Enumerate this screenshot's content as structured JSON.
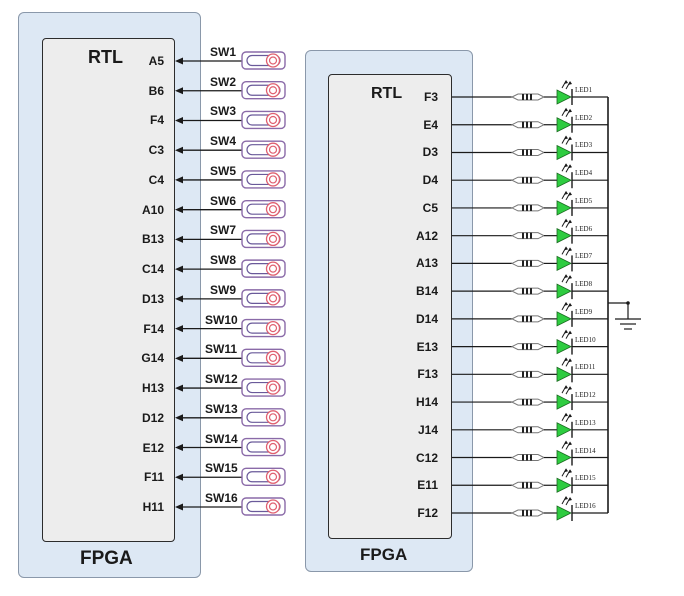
{
  "left_fpga": {
    "label": "FPGA",
    "block_label": "RTL",
    "connections": [
      {
        "pin": "A5",
        "switch": "SW1"
      },
      {
        "pin": "B6",
        "switch": "SW2"
      },
      {
        "pin": "F4",
        "switch": "SW3"
      },
      {
        "pin": "C3",
        "switch": "SW4"
      },
      {
        "pin": "C4",
        "switch": "SW5"
      },
      {
        "pin": "A10",
        "switch": "SW6"
      },
      {
        "pin": "B13",
        "switch": "SW7"
      },
      {
        "pin": "C14",
        "switch": "SW8"
      },
      {
        "pin": "D13",
        "switch": "SW9"
      },
      {
        "pin": "F14",
        "switch": "SW10"
      },
      {
        "pin": "G14",
        "switch": "SW11"
      },
      {
        "pin": "H13",
        "switch": "SW12"
      },
      {
        "pin": "D12",
        "switch": "SW13"
      },
      {
        "pin": "E12",
        "switch": "SW14"
      },
      {
        "pin": "F11",
        "switch": "SW15"
      },
      {
        "pin": "H11",
        "switch": "SW16"
      }
    ]
  },
  "right_fpga": {
    "label": "FPGA",
    "block_label": "RTL",
    "connections": [
      {
        "pin": "F3",
        "led": "LED1"
      },
      {
        "pin": "E4",
        "led": "LED2"
      },
      {
        "pin": "D3",
        "led": "LED3"
      },
      {
        "pin": "D4",
        "led": "LED4"
      },
      {
        "pin": "C5",
        "led": "LED5"
      },
      {
        "pin": "A12",
        "led": "LED6"
      },
      {
        "pin": "A13",
        "led": "LED7"
      },
      {
        "pin": "B14",
        "led": "LED8"
      },
      {
        "pin": "D14",
        "led": "LED9"
      },
      {
        "pin": "E13",
        "led": "LED10"
      },
      {
        "pin": "F13",
        "led": "LED11"
      },
      {
        "pin": "H14",
        "led": "LED12"
      },
      {
        "pin": "J14",
        "led": "LED13"
      },
      {
        "pin": "C12",
        "led": "LED14"
      },
      {
        "pin": "E11",
        "led": "LED15"
      },
      {
        "pin": "F12",
        "led": "LED16"
      }
    ]
  },
  "colors": {
    "fpga_fill": "#dde8f4",
    "rtl_fill": "#ededed",
    "led_green": "#2ecc40",
    "switch_outline": "#7a5aa0",
    "switch_knob": "#e06070"
  },
  "icons": {
    "switch": "toggle-switch-icon",
    "resistor": "resistor-icon",
    "led": "led-diode-icon",
    "ground": "ground-icon"
  }
}
